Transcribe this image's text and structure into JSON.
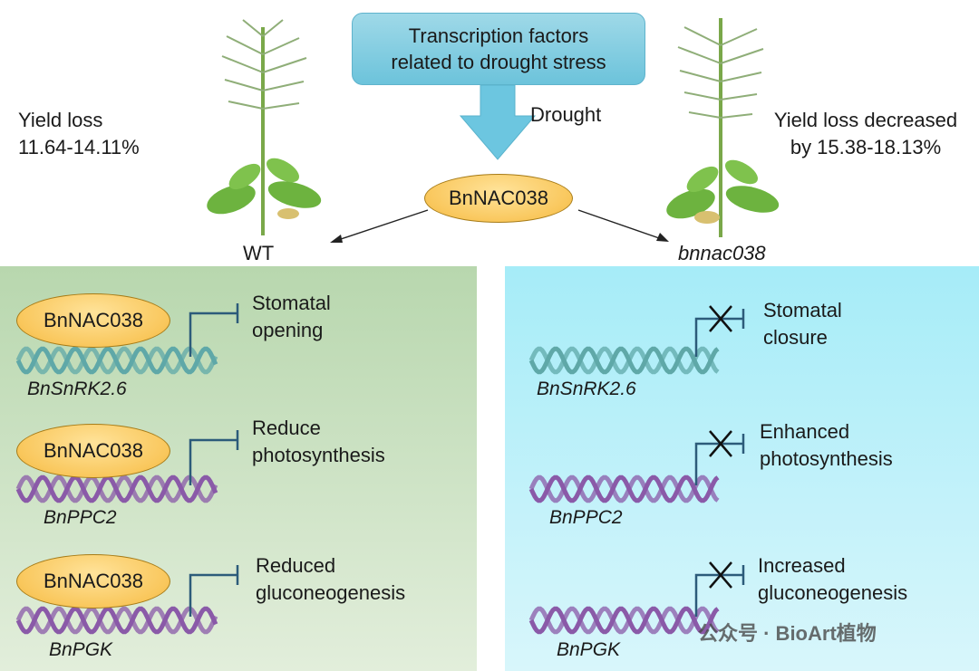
{
  "header": {
    "tf_box_line1": "Transcription factors",
    "tf_box_line2": "related to drought stress",
    "arrow_label": "Drought",
    "center_protein": "BnNAC038"
  },
  "wt": {
    "label": "WT",
    "yield_line1": "Yield loss",
    "yield_line2": "11.64-14.11%"
  },
  "mutant": {
    "label": "bnnac038",
    "yield_line1": "Yield loss decreased",
    "yield_line2": "by 15.38-18.13%"
  },
  "left_panel": {
    "rows": [
      {
        "protein": "BnNAC038",
        "gene": "BnSnRK2.6",
        "effect_line1": "Stomatal",
        "effect_line2": "opening",
        "dna_color": "#5fa8a8"
      },
      {
        "protein": "BnNAC038",
        "gene": "BnPPC2",
        "effect_line1": "Reduce",
        "effect_line2": "photosynthesis",
        "dna_color": "#8a5aa8"
      },
      {
        "protein": "BnNAC038",
        "gene": "BnPGK",
        "effect_line1": "Reduced",
        "effect_line2": "gluconeogenesis",
        "dna_color": "#8a5aa8"
      }
    ]
  },
  "right_panel": {
    "rows": [
      {
        "gene": "BnSnRK2.6",
        "effect_line1": "Stomatal",
        "effect_line2": "closure",
        "dna_color": "#5fa8a8"
      },
      {
        "gene": "BnPPC2",
        "effect_line1": "Enhanced",
        "effect_line2": "photosynthesis",
        "dna_color": "#8a5aa8"
      },
      {
        "gene": "BnPGK",
        "effect_line1": "Increased",
        "effect_line2": "gluconeogenesis",
        "dna_color": "#8a5aa8"
      }
    ]
  },
  "watermark": "公众号 · BioArt植物",
  "colors": {
    "left_panel": "#c6dfbc",
    "right_panel": "#b6eff9",
    "inhibition_line": "#2c5b7a",
    "protein_fill": "#f9c75c"
  }
}
